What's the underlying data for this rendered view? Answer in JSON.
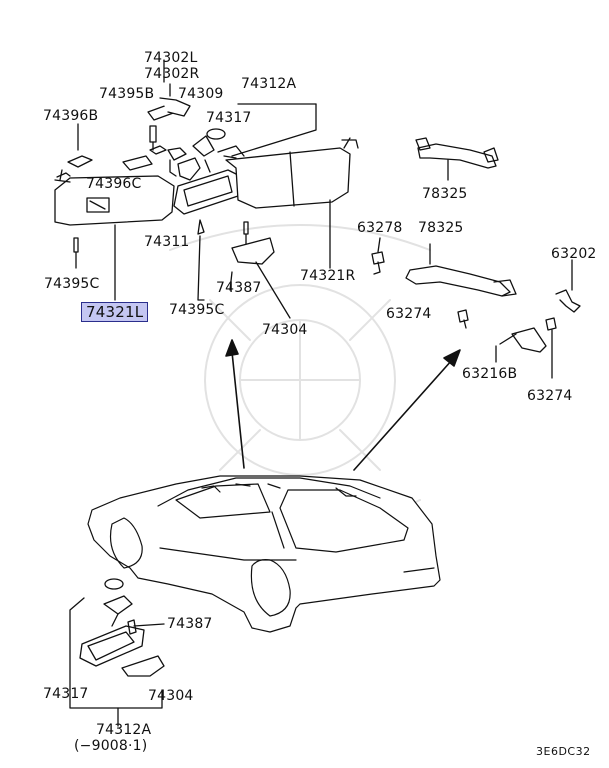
{
  "labels": {
    "p74302L": "74302L",
    "p74302R": "74302R",
    "p74395B": "74395B",
    "p74309": "74309",
    "p74312A_top": "74312A",
    "p74396B": "74396B",
    "p74317_top": "74317",
    "p74396C": "74396C",
    "p74311": "74311",
    "p74395C_left": "74395C",
    "p74321L": "74321L",
    "p74387_top": "74387",
    "p74395C_mid": "74395C",
    "p74304_top": "74304",
    "p74321R": "74321R",
    "p78325_top": "78325",
    "p63278": "63278",
    "p78325_mid": "78325",
    "p63274_mid": "63274",
    "p63202": "63202",
    "p63216B": "63216B",
    "p63274_right": "63274",
    "p74387_bottom": "74387",
    "p74317_bottom": "74317",
    "p74304_bottom": "74304",
    "p74312A_bottom": "74312A",
    "p_date": "(−9008·1)",
    "diagram_code": "3E6DC32"
  },
  "highlight_color": "#c4c6f2"
}
